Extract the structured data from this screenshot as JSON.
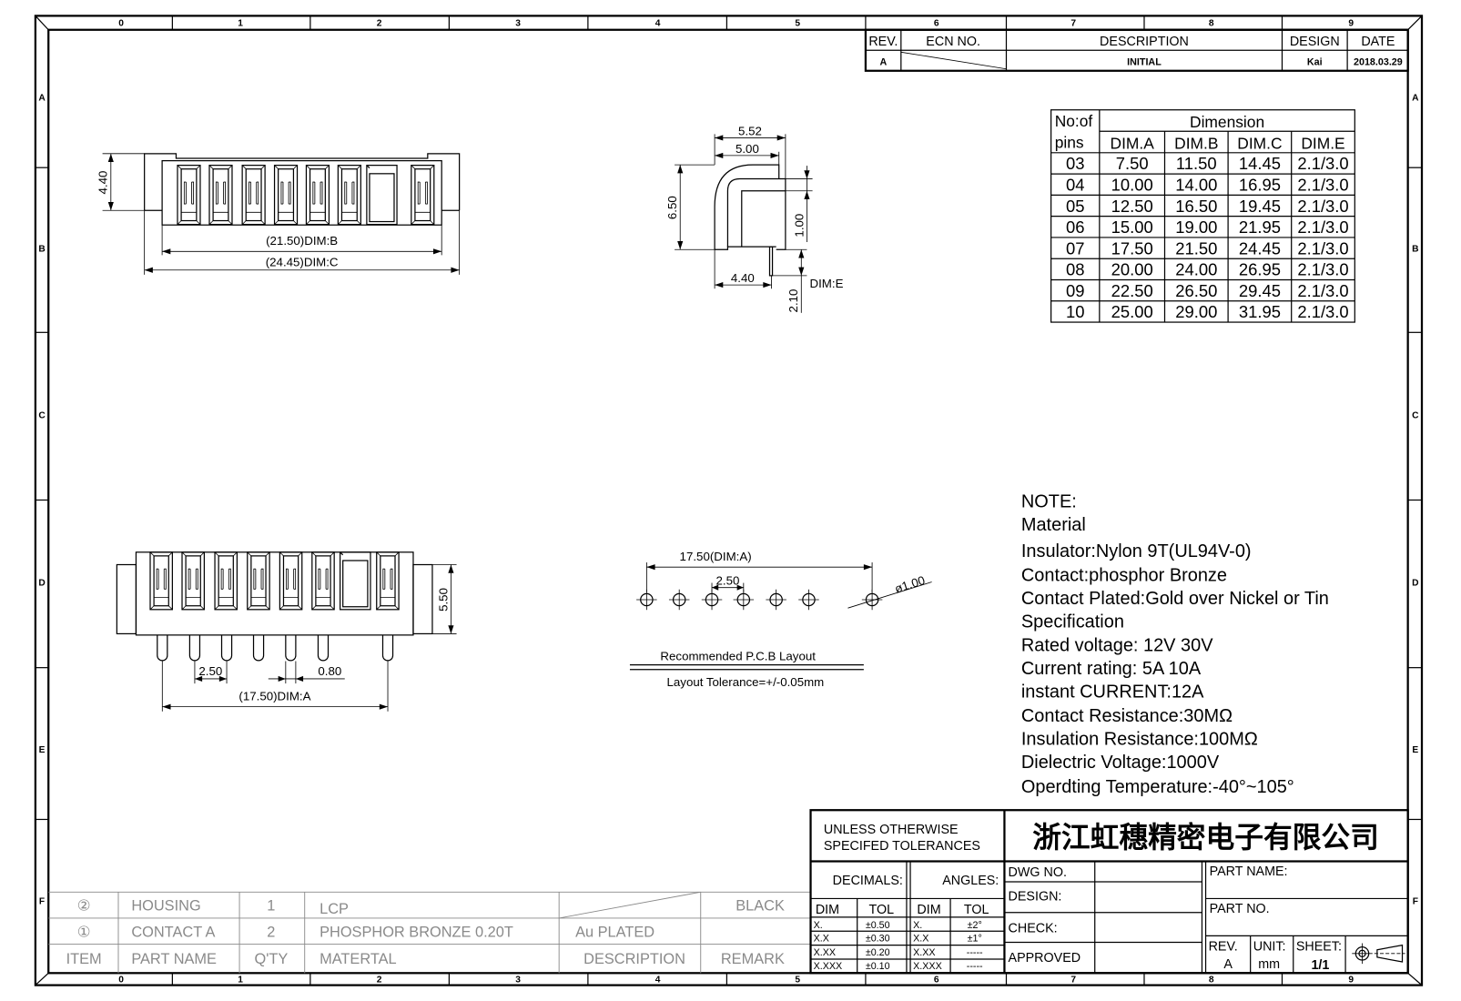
{
  "frame": {
    "columns": [
      "0",
      "1",
      "2",
      "3",
      "4",
      "5",
      "6",
      "7",
      "8",
      "9"
    ],
    "rows": [
      "A",
      "B",
      "C",
      "D",
      "E",
      "F"
    ]
  },
  "revision": {
    "headers": {
      "rev": "REV.",
      "ecn": "ECN NO.",
      "description": "DESCRIPTION",
      "design": "DESIGN",
      "date": "DATE"
    },
    "row": {
      "rev": "A",
      "description": "INITIAL",
      "design": "Kai",
      "date": "2018.03.29"
    }
  },
  "top_view": {
    "height": "4.40",
    "dim_b": "(21.50)DIM:B",
    "dim_c": "(24.45)DIM:C"
  },
  "side_view": {
    "w1": "5.52",
    "w2": "5.00",
    "h": "6.50",
    "t": "1.00",
    "base": "4.40",
    "pin": "2.10",
    "dim_e": "DIM:E"
  },
  "bottom_view": {
    "height": "5.50",
    "pitch": "2.50",
    "pin_w": "0.80",
    "dim_a": "(17.50)DIM:A"
  },
  "pcb_layout": {
    "span": "17.50(DIM:A)",
    "pitch": "2.50",
    "hole": "ø1.00",
    "title": "Recommended P.C.B Layout",
    "tolerance": "Layout Tolerance=+/-0.05mm"
  },
  "dimension_table": {
    "col_header": "No:of",
    "col_header2": "pins",
    "group": "Dimension",
    "columns": [
      "DIM.A",
      "DIM.B",
      "DIM.C",
      "DIM.E"
    ],
    "rows": [
      [
        "03",
        "7.50",
        "11.50",
        "14.45",
        "2.1/3.0"
      ],
      [
        "04",
        "10.00",
        "14.00",
        "16.95",
        "2.1/3.0"
      ],
      [
        "05",
        "12.50",
        "16.50",
        "19.45",
        "2.1/3.0"
      ],
      [
        "06",
        "15.00",
        "19.00",
        "21.95",
        "2.1/3.0"
      ],
      [
        "07",
        "17.50",
        "21.50",
        "24.45",
        "2.1/3.0"
      ],
      [
        "08",
        "20.00",
        "24.00",
        "26.95",
        "2.1/3.0"
      ],
      [
        "09",
        "22.50",
        "26.50",
        "29.45",
        "2.1/3.0"
      ],
      [
        "10",
        "25.00",
        "29.00",
        "31.95",
        "2.1/3.0"
      ]
    ]
  },
  "notes": [
    "NOTE:",
    "Material",
    "Insulator:Nylon 9T(UL94V-0)",
    "Contact:phosphor Bronze",
    "Contact Plated:Gold over Nickel or Tin",
    "Specification",
    "Rated voltage: 12V 30V",
    " Current rating:  5A 10A",
    "instant CURRENT:12A",
    "Contact Resistance:30MΩ",
    "Insulation Resistance:100MΩ",
    "Dielectric Voltage:1000V",
    "Operdting Temperature:-40°~105°"
  ],
  "bom": {
    "rows": [
      {
        "item": "②",
        "part": "HOUSING",
        "qty": "1",
        "material": "LCP",
        "description": "",
        "remark": "BLACK"
      },
      {
        "item": "①",
        "part": "CONTACT A",
        "qty": "2",
        "material": "PHOSPHOR BRONZE 0.20T",
        "description": "Au PLATED",
        "remark": ""
      }
    ],
    "headers": {
      "item": "ITEM",
      "part": "PART NAME",
      "qty": "Q'TY",
      "material": "MATERTAL",
      "description": "DESCRIPTION",
      "remark": "REMARK"
    }
  },
  "title_block": {
    "tolerance_title1": "UNLESS OTHERWISE",
    "tolerance_title2": "SPECIFED TOLERANCES",
    "company": "浙江虹穗精密电子有限公司",
    "decimals": "DECIMALS:",
    "angles": "ANGLES:",
    "dim": "DIM",
    "tol": "TOL",
    "decimal_rows": [
      [
        "X.",
        "±0.50"
      ],
      [
        "X.X",
        "±0.30"
      ],
      [
        "X.XX",
        "±0.20"
      ],
      [
        "X.XXX",
        "±0.10"
      ]
    ],
    "angle_rows": [
      [
        "X.",
        "±2°"
      ],
      [
        "X.X",
        "±1°"
      ],
      [
        "X.XX",
        "-----"
      ],
      [
        "X.XXX",
        "-----"
      ]
    ],
    "dwg_no": "DWG NO.",
    "design": "DESIGN:",
    "check": "CHECK:",
    "approved": "APPROVED",
    "part_name": "PART NAME:",
    "part_no": "PART NO.",
    "rev_label": "REV.",
    "rev": "A",
    "unit_label": "UNIT:",
    "unit": "mm",
    "sheet_label": "SHEET:",
    "sheet": "1/1"
  }
}
